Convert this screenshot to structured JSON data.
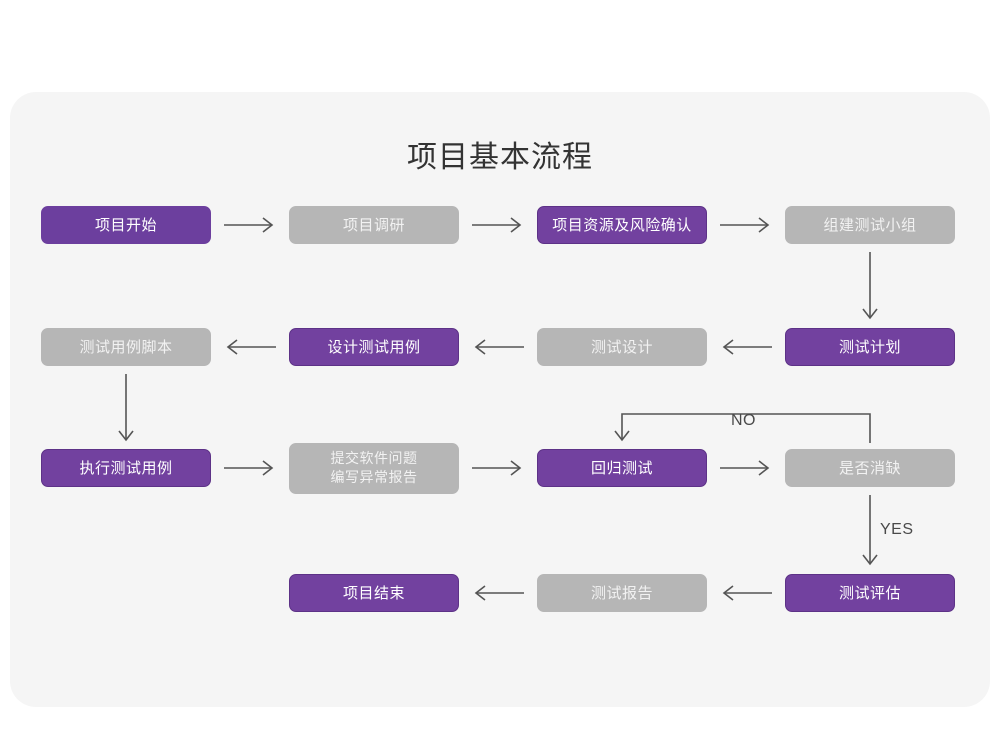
{
  "diagram": {
    "title": "项目基本流程",
    "colors": {
      "panel_bg": "#f5f5f5",
      "page_bg": "#ffffff",
      "purple": "#6c3f9e",
      "purple_outline_fill": "#72419f",
      "purple_border": "#5d3287",
      "gray": "#b6b6b6",
      "gray_text": "#f2f2f2",
      "connector": "#555555",
      "title_text": "#333333"
    },
    "nodes": [
      {
        "id": "n1",
        "label": "项目开始",
        "style": "purple-solid"
      },
      {
        "id": "n2",
        "label": "项目调研",
        "style": "gray"
      },
      {
        "id": "n3",
        "label": "项目资源及风险确认",
        "style": "purple-outline"
      },
      {
        "id": "n4",
        "label": "组建测试小组",
        "style": "gray"
      },
      {
        "id": "n5",
        "label": "测试用例脚本",
        "style": "gray"
      },
      {
        "id": "n6",
        "label": "设计测试用例",
        "style": "purple-outline"
      },
      {
        "id": "n7",
        "label": "测试设计",
        "style": "gray"
      },
      {
        "id": "n8",
        "label": "测试计划",
        "style": "purple-outline"
      },
      {
        "id": "n9",
        "label": "执行测试用例",
        "style": "purple-outline"
      },
      {
        "id": "n10",
        "label": "提交软件问题\n编写异常报告",
        "style": "gray"
      },
      {
        "id": "n11",
        "label": "回归测试",
        "style": "purple-outline"
      },
      {
        "id": "n12",
        "label": "是否消缺",
        "style": "gray"
      },
      {
        "id": "n13",
        "label": "项目结束",
        "style": "purple-outline"
      },
      {
        "id": "n14",
        "label": "测试报告",
        "style": "gray"
      },
      {
        "id": "n15",
        "label": "测试评估",
        "style": "purple-outline"
      }
    ],
    "edge_labels": {
      "no": "NO",
      "yes": "YES"
    }
  }
}
